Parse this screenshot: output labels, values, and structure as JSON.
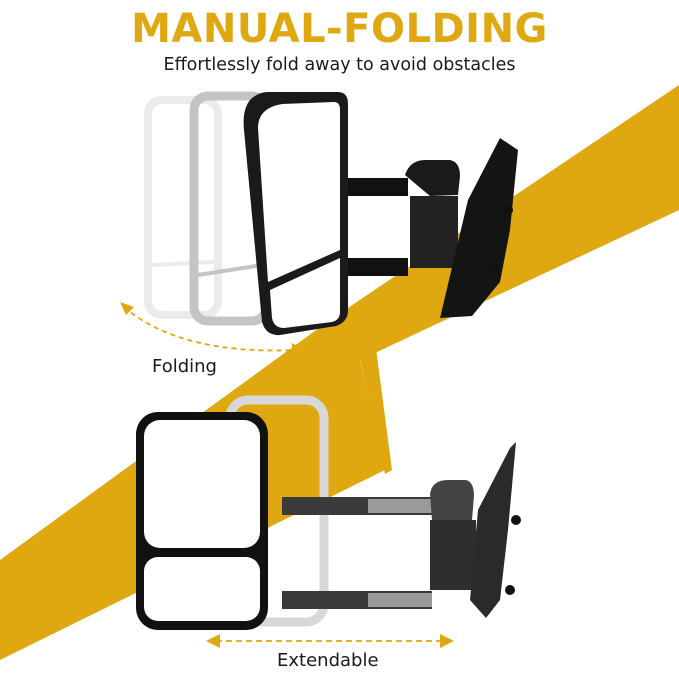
{
  "header": {
    "title": "MANUAL-FOLDING",
    "subtitle": "Effortlessly fold away to avoid obstacles"
  },
  "labels": {
    "folding": "Folding",
    "extendable": "Extendable"
  },
  "colors": {
    "accent": "#e0a810",
    "text": "#1a1a1a",
    "mirror_frame": "#111111",
    "ghost_frame_light": "#e6e6e6",
    "ghost_frame_mid": "#bdbdbd"
  }
}
